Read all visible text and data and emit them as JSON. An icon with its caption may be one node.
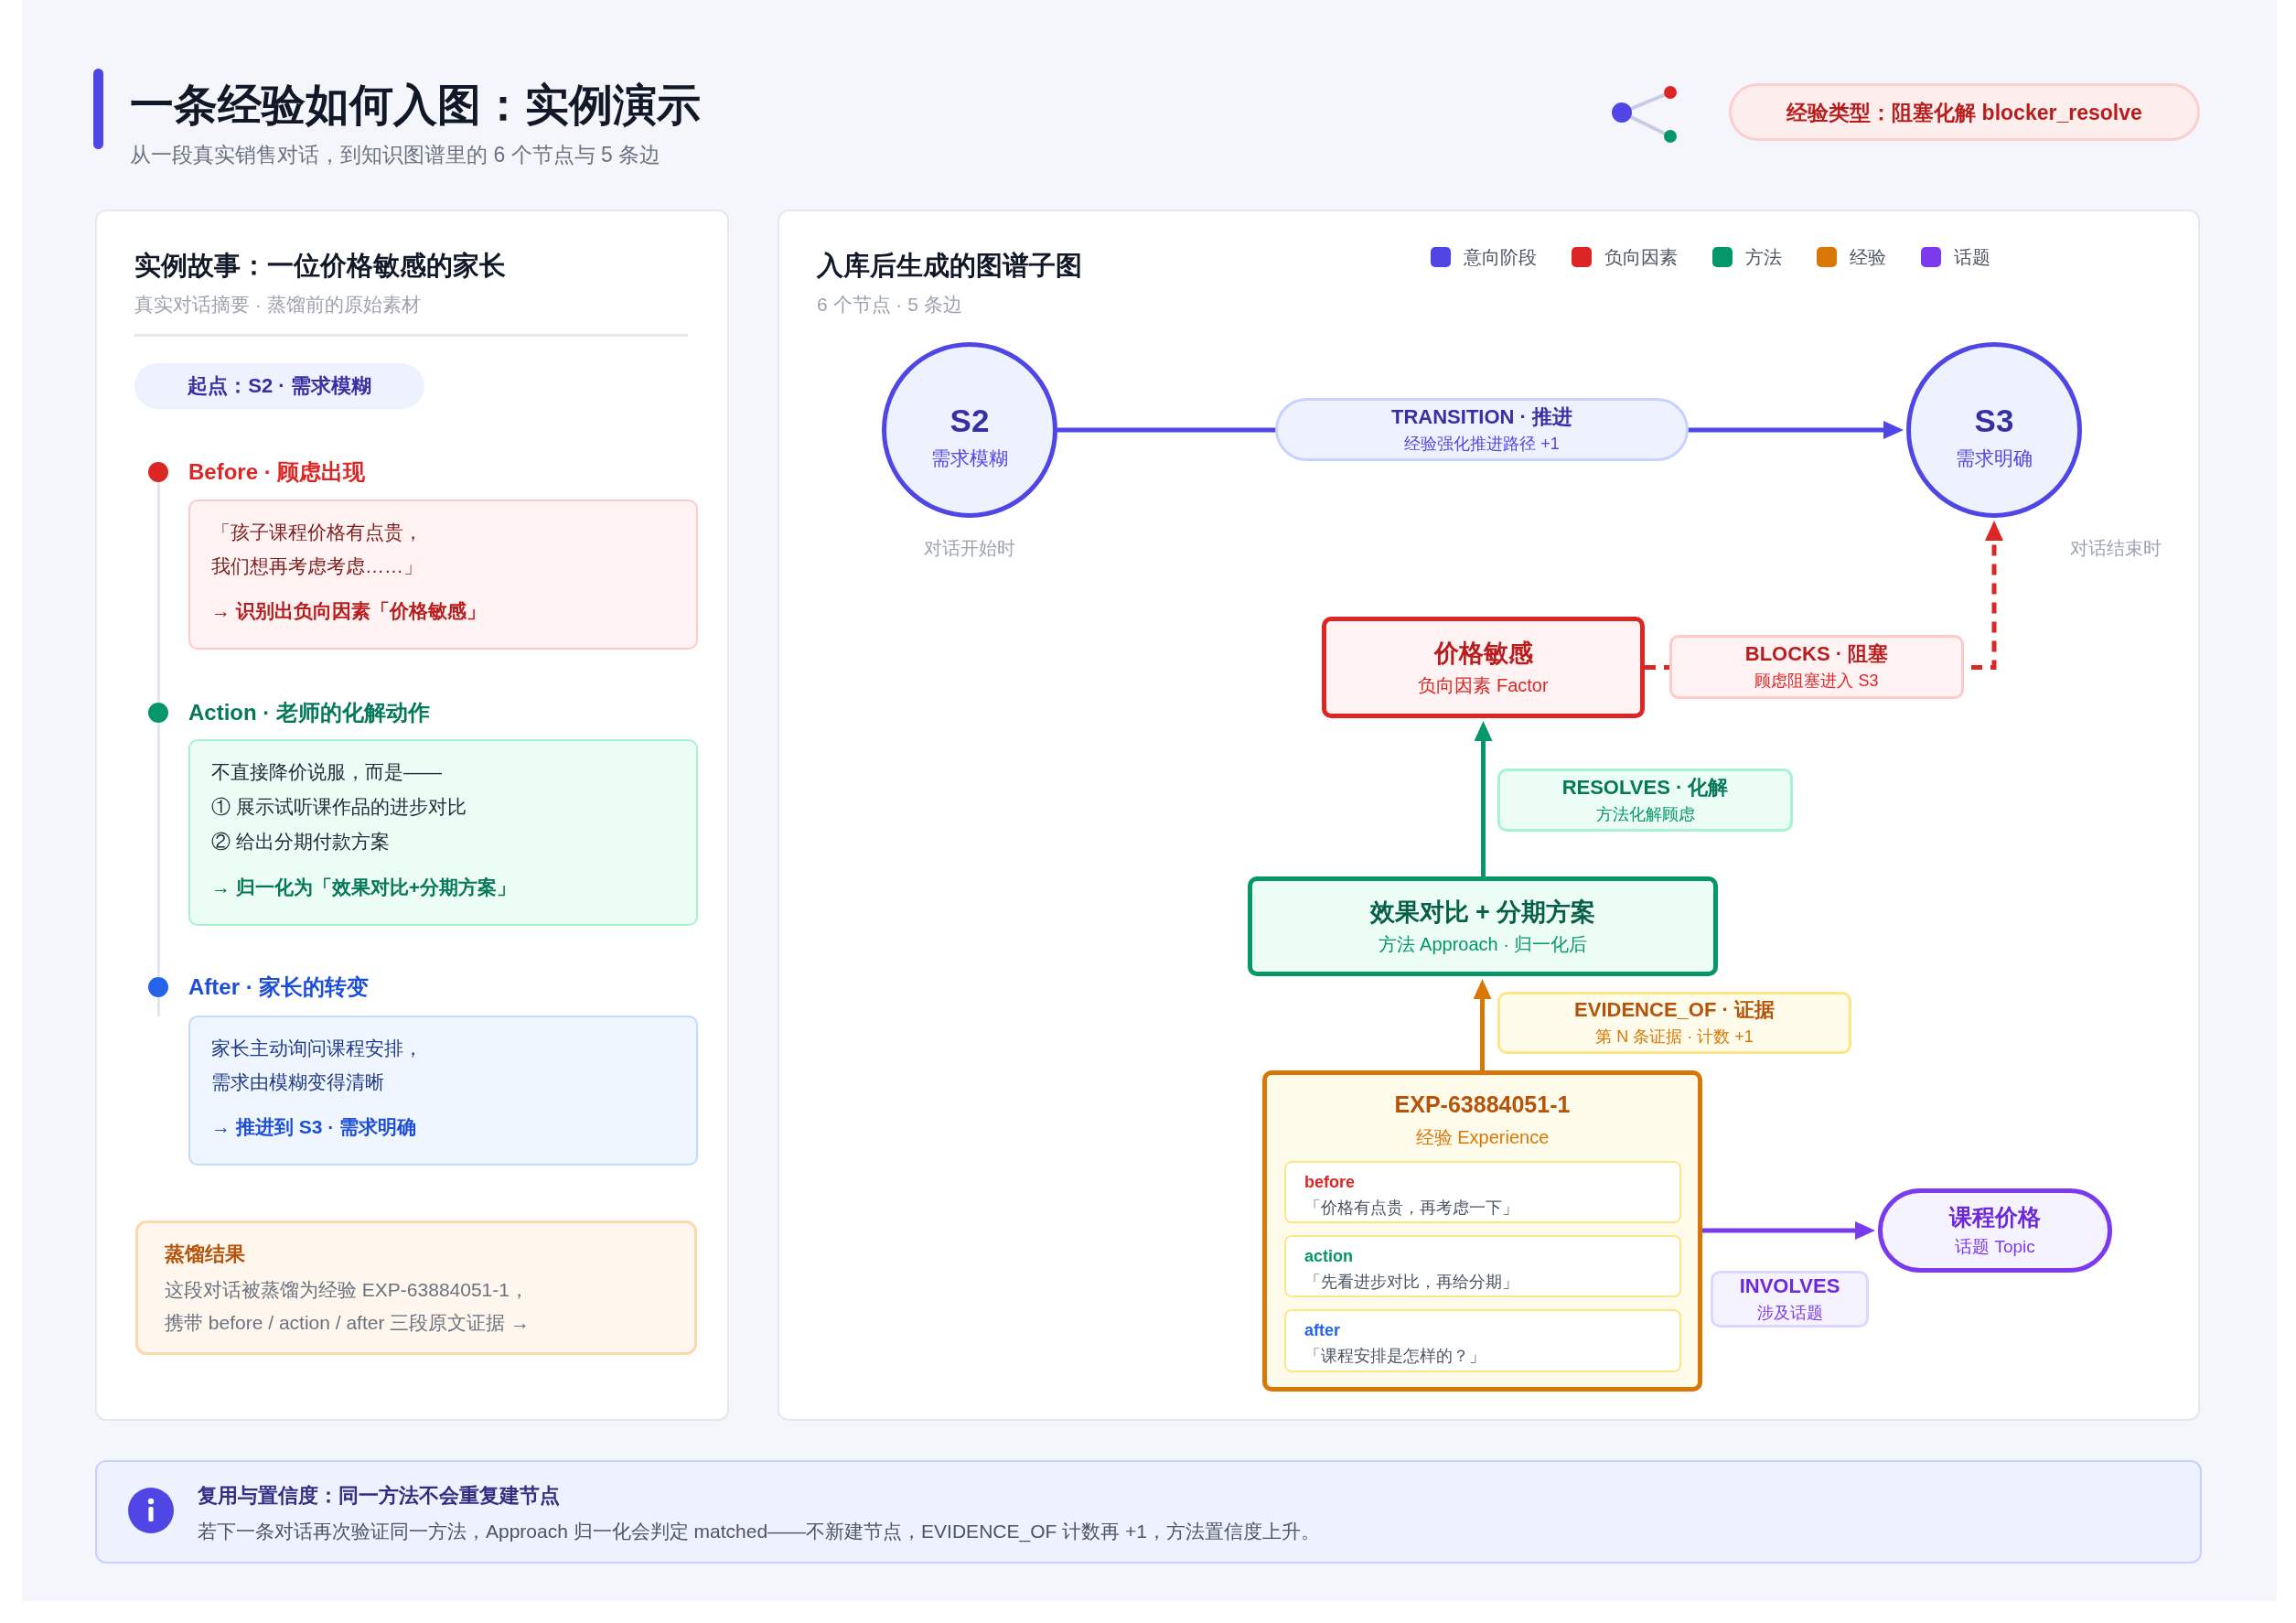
{
  "diagram": {
    "title": "一条经验如何入图：实例演示",
    "nodes": [
      {
        "text": [
          "经验类型：阻塞化解 blocker_resolve"
        ]
      },
      {
        "text": [
          "实例故事：一位价格敏感的家长",
          "真实对话摘要 · 蒸馏前的原始素材"
        ]
      },
      {
        "text": [
          "起点：S2 · 需求模糊"
        ],
        "in": 1
      },
      {
        "text": [
          "Before · 顾虑出现",
          "「孩子课程价格有点贵，我们想再考虑考虑……」",
          "→ 识别出负向因素「价格敏感」"
        ],
        "in": 1
      },
      {
        "text": [
          "Action · 老师的化解动作",
          "不直接降价说服，而是——",
          "① 展示试听课作品的进步对比",
          "② 给出分期付款方案",
          "→ 归一化为「效果对比+分期方案」"
        ],
        "in": 1
      },
      {
        "text": [
          "After · 家长的转变",
          "家长主动询问课程安排，需求由模糊变得清晰",
          "→ 推进到 S3 · 需求明确"
        ],
        "in": 1
      },
      {
        "text": [
          "蒸馏结果",
          "这段对话被蒸馏为经验 EXP-63884051-1，携带 before / action / after 三段原文证据 →"
        ],
        "in": 1
      },
      {
        "text": [
          "入库后生成的图谱子图",
          "6 个节点 · 5 条边"
        ]
      },
      {
        "text": [
          "S2",
          "需求模糊"
        ],
        "beside": [
          "对话开始时"
        ],
        "in": 7
      },
      {
        "text": [
          "S3",
          "需求明确"
        ],
        "beside": [
          "对话结束时"
        ],
        "in": 7
      },
      {
        "text": [
          "价格敏感",
          "负向因素 Factor"
        ],
        "in": 7
      },
      {
        "text": [
          "效果对比 + 分期方案",
          "方法 Approach · 归一化后"
        ],
        "in": 7
      },
      {
        "text": [
          "EXP-63884051-1",
          "经验 Experience"
        ],
        "in": 7
      },
      {
        "text": [
          "before",
          "「价格有点贵，再考虑一下」"
        ],
        "in": 12
      },
      {
        "text": [
          "action",
          "「先看进步对比，再给分期」"
        ],
        "in": 12
      },
      {
        "text": [
          "after",
          "「课程安排是怎样的？」"
        ],
        "in": 12
      },
      {
        "text": [
          "课程价格",
          "话题 Topic"
        ],
        "in": 7
      },
      {
        "text": [
          "复用与置信度：同一方法不会重复建节点",
          "若下一条对话再次验证同一方法，Approach 归一化会判定 matched——不新建节点，EVIDENCE_OF 计数再 +1，方法置信度上升。"
        ]
      }
    ],
    "edges": [
      {
        "from": 8,
        "to": 9,
        "arrow": "to",
        "label": "**TRANSITION · 推进**经验强化推进路径 +1",
        "color": "#4f46e5"
      },
      {
        "from": 10,
        "to": 9,
        "arrow": "to",
        "label": "**BLOCKS · 阻塞**顾虑阻塞进入 S3",
        "style": "dashed",
        "color": "#dc2626"
      },
      {
        "from": 11,
        "to": 10,
        "arrow": "to",
        "label": "**RESOLVES · 化解**方法化解顾虑",
        "color": "#059669"
      },
      {
        "from": 12,
        "to": 11,
        "arrow": "to",
        "label": "**EVIDENCE_OF · 证据**第 N 条证据 · 计数 +1",
        "color": "#d97706"
      },
      {
        "from": 12,
        "to": 16,
        "arrow": "to",
        "label": "**INVOLVES**涉及话题",
        "color": "#7c3aed"
      }
    ],
    "labels": [
      "从一段真实销售对话，到知识图谱里的 6 个节点与 5 条边"
    ],
    "legend": [
      {
        "text": "意向阶段",
        "color": "#4f46e5"
      },
      {
        "text": "负向因素",
        "color": "#dc2626"
      },
      {
        "text": "方法",
        "color": "#059669"
      },
      {
        "text": "经验",
        "color": "#d97706"
      },
      {
        "text": "话题",
        "color": "#7c3aed"
      }
    ]
  }
}
